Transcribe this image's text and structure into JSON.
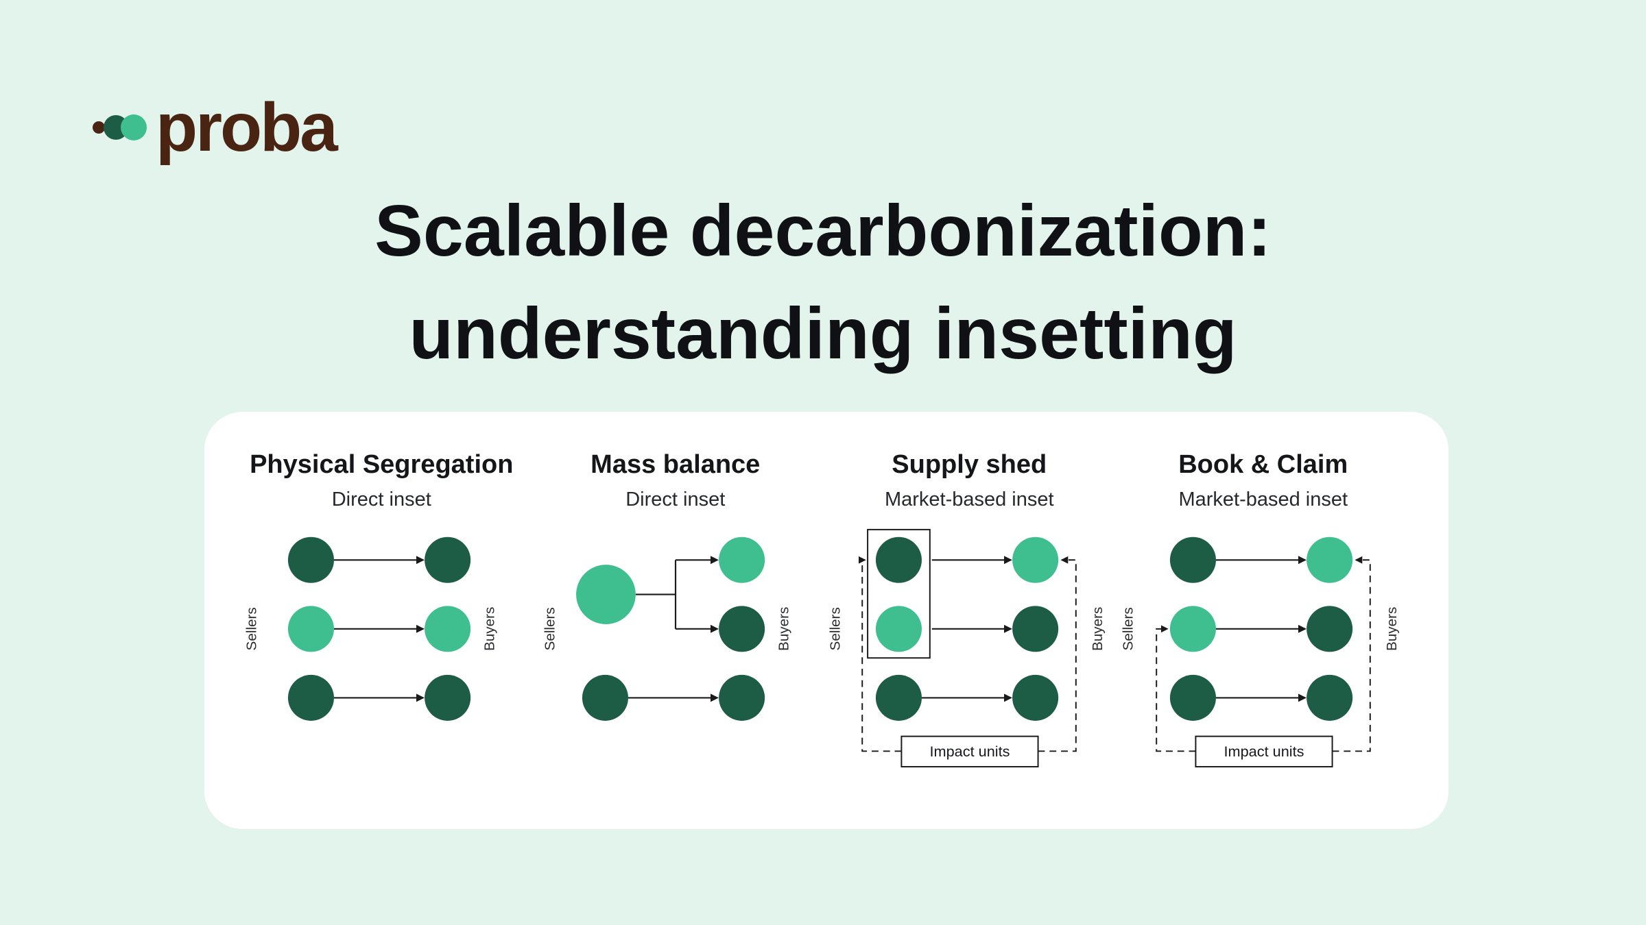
{
  "page": {
    "background": "#e3f4ec",
    "card_background": "#ffffff"
  },
  "logo": {
    "text": "proba",
    "text_color": "#4a2412",
    "mark_colors": {
      "brown": "#4a2412",
      "dark_green": "#1d5c45",
      "light_green": "#3fbf90"
    }
  },
  "title": {
    "line1": "Scalable decarbonization:",
    "line2": "understanding insetting",
    "color": "#0f1115"
  },
  "colors": {
    "dark_green": "#1d5c45",
    "light_green": "#3fbf90",
    "line": "#1a1a1a"
  },
  "diagrams": [
    {
      "title": "Physical Segregation",
      "subtitle": "Direct inset",
      "left_label": "Sellers",
      "right_label": "Buyers",
      "sellers_pattern": [
        "dark",
        "light",
        "dark"
      ],
      "buyers_pattern": [
        "dark",
        "light",
        "dark"
      ]
    },
    {
      "title": "Mass balance",
      "subtitle": "Direct inset",
      "left_label": "Sellers",
      "right_label": "Buyers",
      "sellers_pattern": [
        "light-large",
        "dark"
      ],
      "buyers_pattern": [
        "light",
        "dark",
        "dark"
      ]
    },
    {
      "title": "Supply shed",
      "subtitle": "Market-based inset",
      "left_label": "Sellers",
      "right_label": "Buyers",
      "impact_units_label": "Impact units",
      "sellers_pattern": [
        "dark",
        "light",
        "dark"
      ],
      "buyers_pattern": [
        "light",
        "dark",
        "dark"
      ]
    },
    {
      "title": "Book & Claim",
      "subtitle": "Market-based inset",
      "left_label": "Sellers",
      "right_label": "Buyers",
      "impact_units_label": "Impact units",
      "sellers_pattern": [
        "dark",
        "light",
        "dark"
      ],
      "buyers_pattern": [
        "light",
        "dark",
        "dark"
      ]
    }
  ]
}
